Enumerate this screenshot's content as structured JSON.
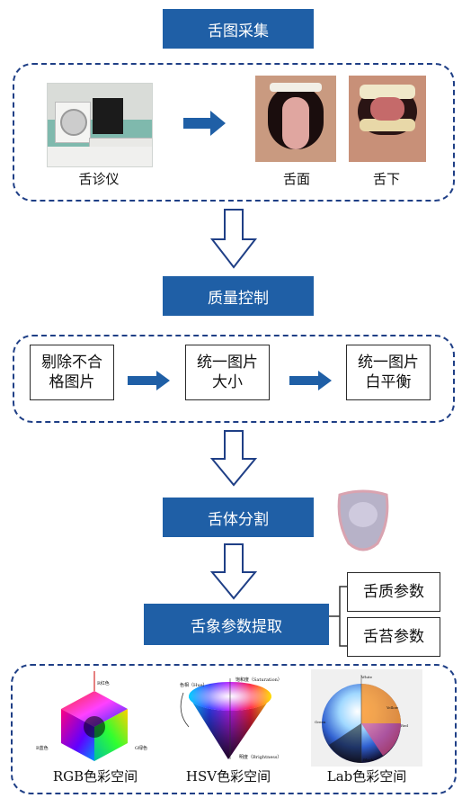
{
  "stage1": {
    "title": "舌图采集",
    "device_caption": "舌诊仪",
    "surface_caption": "舌面",
    "under_caption": "舌下"
  },
  "stage2": {
    "title": "质量控制",
    "box1": [
      "剔除不合",
      "格图片"
    ],
    "box2": [
      "统一图片",
      "大小"
    ],
    "box3": [
      "统一图片",
      "白平衡"
    ]
  },
  "stage3": {
    "title": "舌体分割"
  },
  "stage4": {
    "title": "舌象参数提取",
    "param1": "舌质参数",
    "param2": "舌苔参数"
  },
  "stage5": {
    "rgb_caption": "RGB色彩空间",
    "hsv_caption": "HSV色彩空间",
    "lab_caption": "Lab色彩空间",
    "rgb_labels": {
      "r": "R红色",
      "g": "G绿色",
      "b": "B蓝色"
    },
    "hsv_labels": {
      "hue": "色相（Hue）",
      "sat": "饱和度（Saturation）",
      "val": "明度（Brightness）"
    },
    "lab_labels": {
      "white": "White",
      "black": "Black",
      "yellow": "Yellow",
      "red": "Red",
      "green": "Green"
    }
  },
  "colors": {
    "accent_blue": "#1f5fa6",
    "dashed_border": "#1f3f86"
  }
}
